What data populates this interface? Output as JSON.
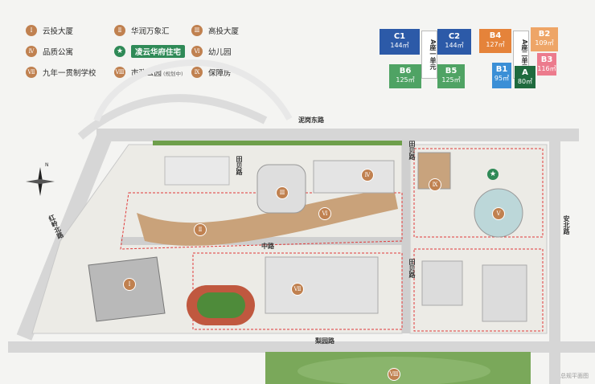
{
  "legend": [
    {
      "num": "Ⅰ",
      "label": "云投大厦"
    },
    {
      "num": "Ⅱ",
      "label": "华润万象汇"
    },
    {
      "num": "Ⅲ",
      "label": "高投大厦"
    },
    {
      "num": "Ⅳ",
      "label": "品质公寓"
    },
    {
      "num": "★",
      "label": "凌云华府住宅"
    },
    {
      "num": "Ⅵ",
      "label": "幼儿园"
    },
    {
      "num": "Ⅶ",
      "label": "九年一贯制学校"
    },
    {
      "num": "Ⅷ",
      "label": "市政公园",
      "note": "(规划中)"
    },
    {
      "num": "Ⅸ",
      "label": "保障房"
    }
  ],
  "units_left": {
    "C1": {
      "code": "C1",
      "area": "144㎡"
    },
    "C2": {
      "code": "C2",
      "area": "144㎡"
    },
    "B6": {
      "code": "B6",
      "area": "125㎡"
    },
    "B5": {
      "code": "B5",
      "area": "125㎡"
    },
    "core": "A座一单元"
  },
  "units_right": {
    "B4": {
      "code": "B4",
      "area": "127㎡"
    },
    "B2": {
      "code": "B2",
      "area": "109㎡"
    },
    "B1": {
      "code": "B1",
      "area": "95㎡"
    },
    "A": {
      "code": "A",
      "area": "80㎡"
    },
    "B3": {
      "code": "B3",
      "area": "116㎡"
    },
    "core": "A座二单元"
  },
  "roads": {
    "north": "泥岗东路",
    "south": "梨园路",
    "west": "红岭北路",
    "east": "安北路",
    "mid_v1": "田贝路",
    "mid_v2": "田贝路",
    "inner": "田贝路",
    "mid_h": "中路"
  },
  "map_badges": [
    "Ⅰ",
    "Ⅱ",
    "Ⅲ",
    "Ⅳ",
    "Ⅴ",
    "Ⅵ",
    "Ⅶ",
    "Ⅷ",
    "Ⅸ"
  ],
  "compass": "N",
  "caption": "总规平面图",
  "colors": {
    "badge": "#c08150",
    "star": "#2f8a57",
    "blue_unit": "#2c5aa8",
    "green_unit": "#4fa364",
    "orange_unit": "#e5833a",
    "lightorange_unit": "#eea567",
    "darkgreen_unit": "#1f6b3e",
    "pink_unit": "#ec7b8d",
    "lightblue_unit": "#3b8fd6",
    "red_boundary": "#e03a3a"
  }
}
